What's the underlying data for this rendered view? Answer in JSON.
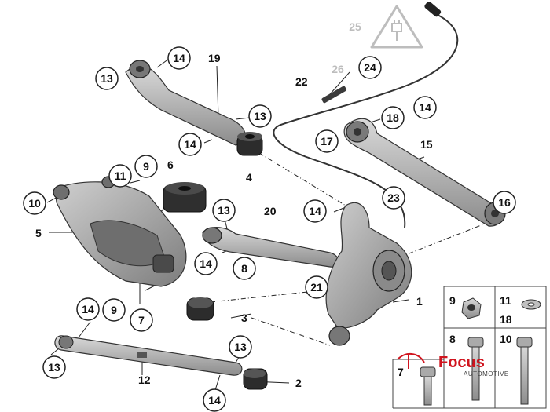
{
  "diagram": {
    "callouts": [
      {
        "id": "c14-top",
        "text": "14"
      },
      {
        "id": "c13-top",
        "text": "13"
      },
      {
        "id": "c13-mid",
        "text": "13"
      },
      {
        "id": "c14-upper-left",
        "text": "14"
      },
      {
        "id": "c11",
        "text": "11"
      },
      {
        "id": "c9-upper",
        "text": "9"
      },
      {
        "id": "c10",
        "text": "10"
      },
      {
        "id": "c13-link",
        "text": "13"
      },
      {
        "id": "c14-link",
        "text": "14"
      },
      {
        "id": "c14-hub",
        "text": "14"
      },
      {
        "id": "c8",
        "text": "8"
      },
      {
        "id": "c21",
        "text": "21"
      },
      {
        "id": "c9-lower",
        "text": "9"
      },
      {
        "id": "c7",
        "text": "7"
      },
      {
        "id": "c14-lower",
        "text": "14"
      },
      {
        "id": "c13-lower-left",
        "text": "13"
      },
      {
        "id": "c13-lower-right",
        "text": "13"
      },
      {
        "id": "c14-bottom",
        "text": "14"
      },
      {
        "id": "c24",
        "text": "24"
      },
      {
        "id": "c18",
        "text": "18"
      },
      {
        "id": "c14-right",
        "text": "14"
      },
      {
        "id": "c17",
        "text": "17"
      },
      {
        "id": "c16",
        "text": "16"
      },
      {
        "id": "c23",
        "text": "23"
      },
      {
        "id": "c26",
        "text": "26"
      },
      {
        "id": "c25",
        "text": "25"
      }
    ],
    "plain_labels": [
      {
        "id": "p19",
        "text": "19"
      },
      {
        "id": "p22",
        "text": "22"
      },
      {
        "id": "p4",
        "text": "4"
      },
      {
        "id": "p6",
        "text": "6"
      },
      {
        "id": "p5",
        "text": "5"
      },
      {
        "id": "p20",
        "text": "20"
      },
      {
        "id": "p15",
        "text": "15"
      },
      {
        "id": "p1",
        "text": "1"
      },
      {
        "id": "p3",
        "text": "3"
      },
      {
        "id": "p2",
        "text": "2"
      },
      {
        "id": "p12",
        "text": "12"
      }
    ],
    "hardware_grid": {
      "labels": [
        {
          "id": "g9",
          "text": "9"
        },
        {
          "id": "g11",
          "text": "11"
        },
        {
          "id": "g18",
          "text": "18"
        },
        {
          "id": "g8",
          "text": "8"
        },
        {
          "id": "g10",
          "text": "10"
        },
        {
          "id": "g7",
          "text": "7"
        }
      ]
    },
    "logo": {
      "brand": "Focus",
      "sub": "AUTOMOTIVE"
    }
  },
  "colors": {
    "part_fill": "#b8b8b8",
    "part_dark": "#7a7a7a",
    "outline": "#222222",
    "faded": "#bdbdbd",
    "brand_red": "#d0141e"
  }
}
